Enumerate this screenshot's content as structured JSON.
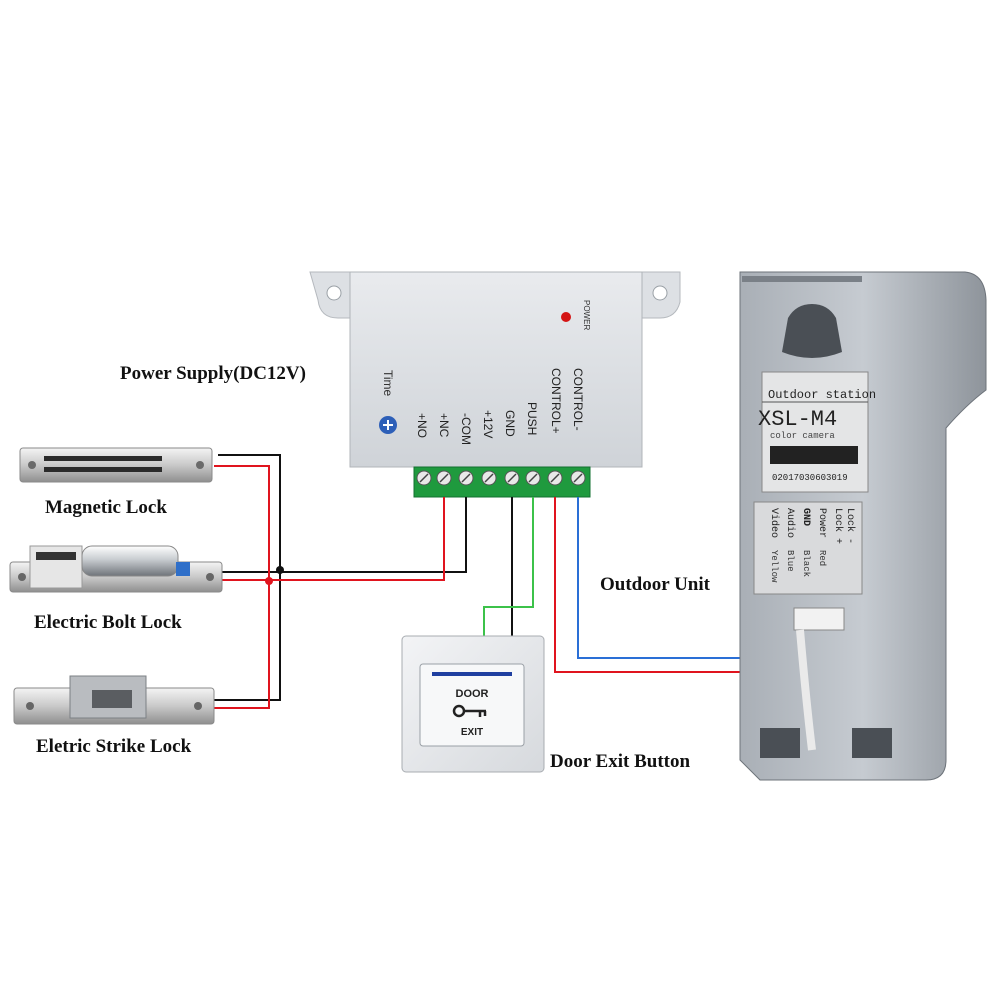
{
  "labels": {
    "power_supply": "Power Supply(DC12V)",
    "magnetic_lock": "Magnetic Lock",
    "electric_bolt_lock": "Electric Bolt Lock",
    "strike_lock": "Eletric Strike Lock",
    "outdoor_unit": "Outdoor Unit",
    "door_exit_button": "Door Exit Button"
  },
  "power_supply": {
    "power_led": "POWER",
    "time": "Time",
    "terminals": [
      "+NO",
      "+NC",
      "-COM",
      "+12V",
      "GND",
      "PUSH",
      "CONTROL+",
      "CONTROL-"
    ]
  },
  "exit_button": {
    "door": "DOOR",
    "exit": "EXIT"
  },
  "outdoor_station": {
    "title": "Outdoor station",
    "model": "XSL-M4",
    "subtitle": "color camera",
    "serial": "02017030603019",
    "wiring_rows": [
      {
        "signal": "Lock -",
        "color": ""
      },
      {
        "signal": "Lock +",
        "color": ""
      },
      {
        "signal": "Power",
        "color": "Red"
      },
      {
        "signal": "GND",
        "color": "Black"
      },
      {
        "signal": "Audio",
        "color": "Blue"
      },
      {
        "signal": "Video",
        "color": "Yellow"
      }
    ]
  },
  "colors": {
    "wire_black": "#111111",
    "wire_red": "#e0141e",
    "wire_green": "#3cc24a",
    "wire_blue": "#2a6fd6",
    "terminal_green": "#1f9a3e"
  }
}
